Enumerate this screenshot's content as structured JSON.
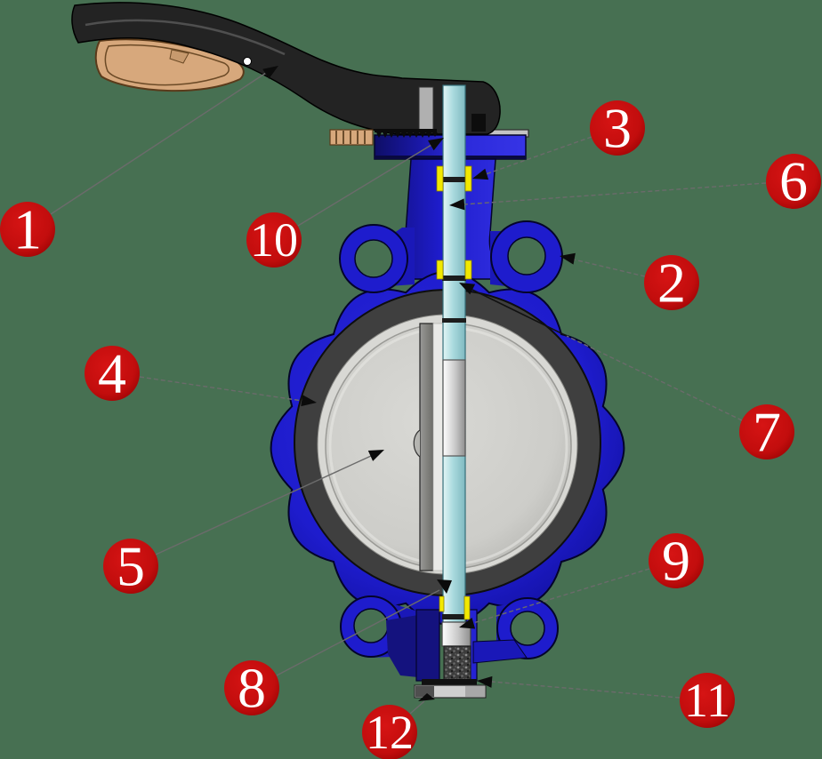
{
  "diagram": {
    "type": "parts-callout diagram",
    "subject": "Butterfly valve cross-section",
    "background_color": "#477052",
    "leader_line_color": "#6b6b6b",
    "callout_style": {
      "fill": "#c20d0d",
      "text_color": "#ffffff"
    },
    "part_colors": {
      "body_blue": "#1e1ccd",
      "body_shadow_navy": "#10106e",
      "seat_dark_gray": "#3f3f3f",
      "seat_face_light": "#d8d8d4",
      "disc_light_gray": "#cdcdc9",
      "stem_cyan": "#a9d8dc",
      "stem_hub_silver": "#d9d9d9",
      "bushing_yellow": "#f2e800",
      "handle_black": "#232323",
      "handle_grip_tan": "#d7a87c",
      "hardware_silver": "#cfcfcf",
      "washer_black": "#111111"
    },
    "callouts": [
      {
        "label": "1"
      },
      {
        "label": "2"
      },
      {
        "label": "3"
      },
      {
        "label": "4"
      },
      {
        "label": "5"
      },
      {
        "label": "6"
      },
      {
        "label": "7"
      },
      {
        "label": "8"
      },
      {
        "label": "9"
      },
      {
        "label": "10"
      },
      {
        "label": "11"
      },
      {
        "label": "12"
      }
    ]
  }
}
